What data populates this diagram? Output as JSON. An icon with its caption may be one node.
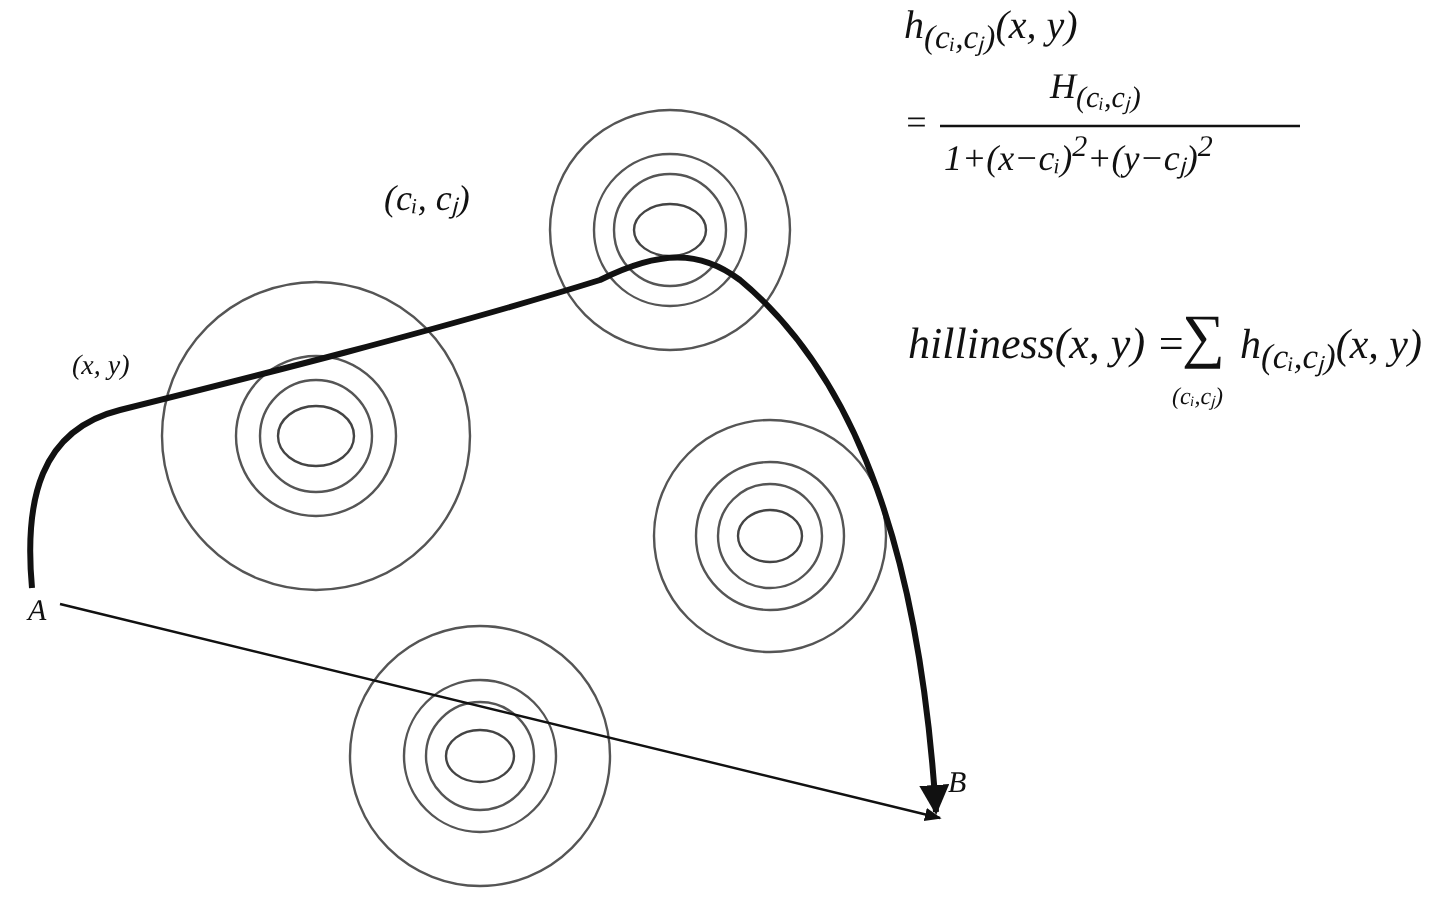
{
  "diagram": {
    "nodes": [
      {
        "text": [
          "A"
        ]
      },
      {
        "text": [
          "B"
        ]
      }
    ],
    "edges": [
      {
        "from": 0,
        "to": 1,
        "arrow": "to"
      },
      {
        "from": 0,
        "to": 1,
        "arrow": "to",
        "style": "thick"
      }
    ],
    "labels": [
      "h$_{(cᵢ,cⱼ)}$(x, y)",
      "=",
      "H$_{(cᵢ,cⱼ)}$",
      "1+(x−cᵢ)$^{2}$+(y−cⱼ)$^{2}$",
      "(cᵢ, cⱼ)",
      "hilliness(x, y) =",
      "∑",
      "(cᵢ,cⱼ)",
      "h$_{(cᵢ,cⱼ)}$(x, y)",
      "(x, y)"
    ]
  }
}
